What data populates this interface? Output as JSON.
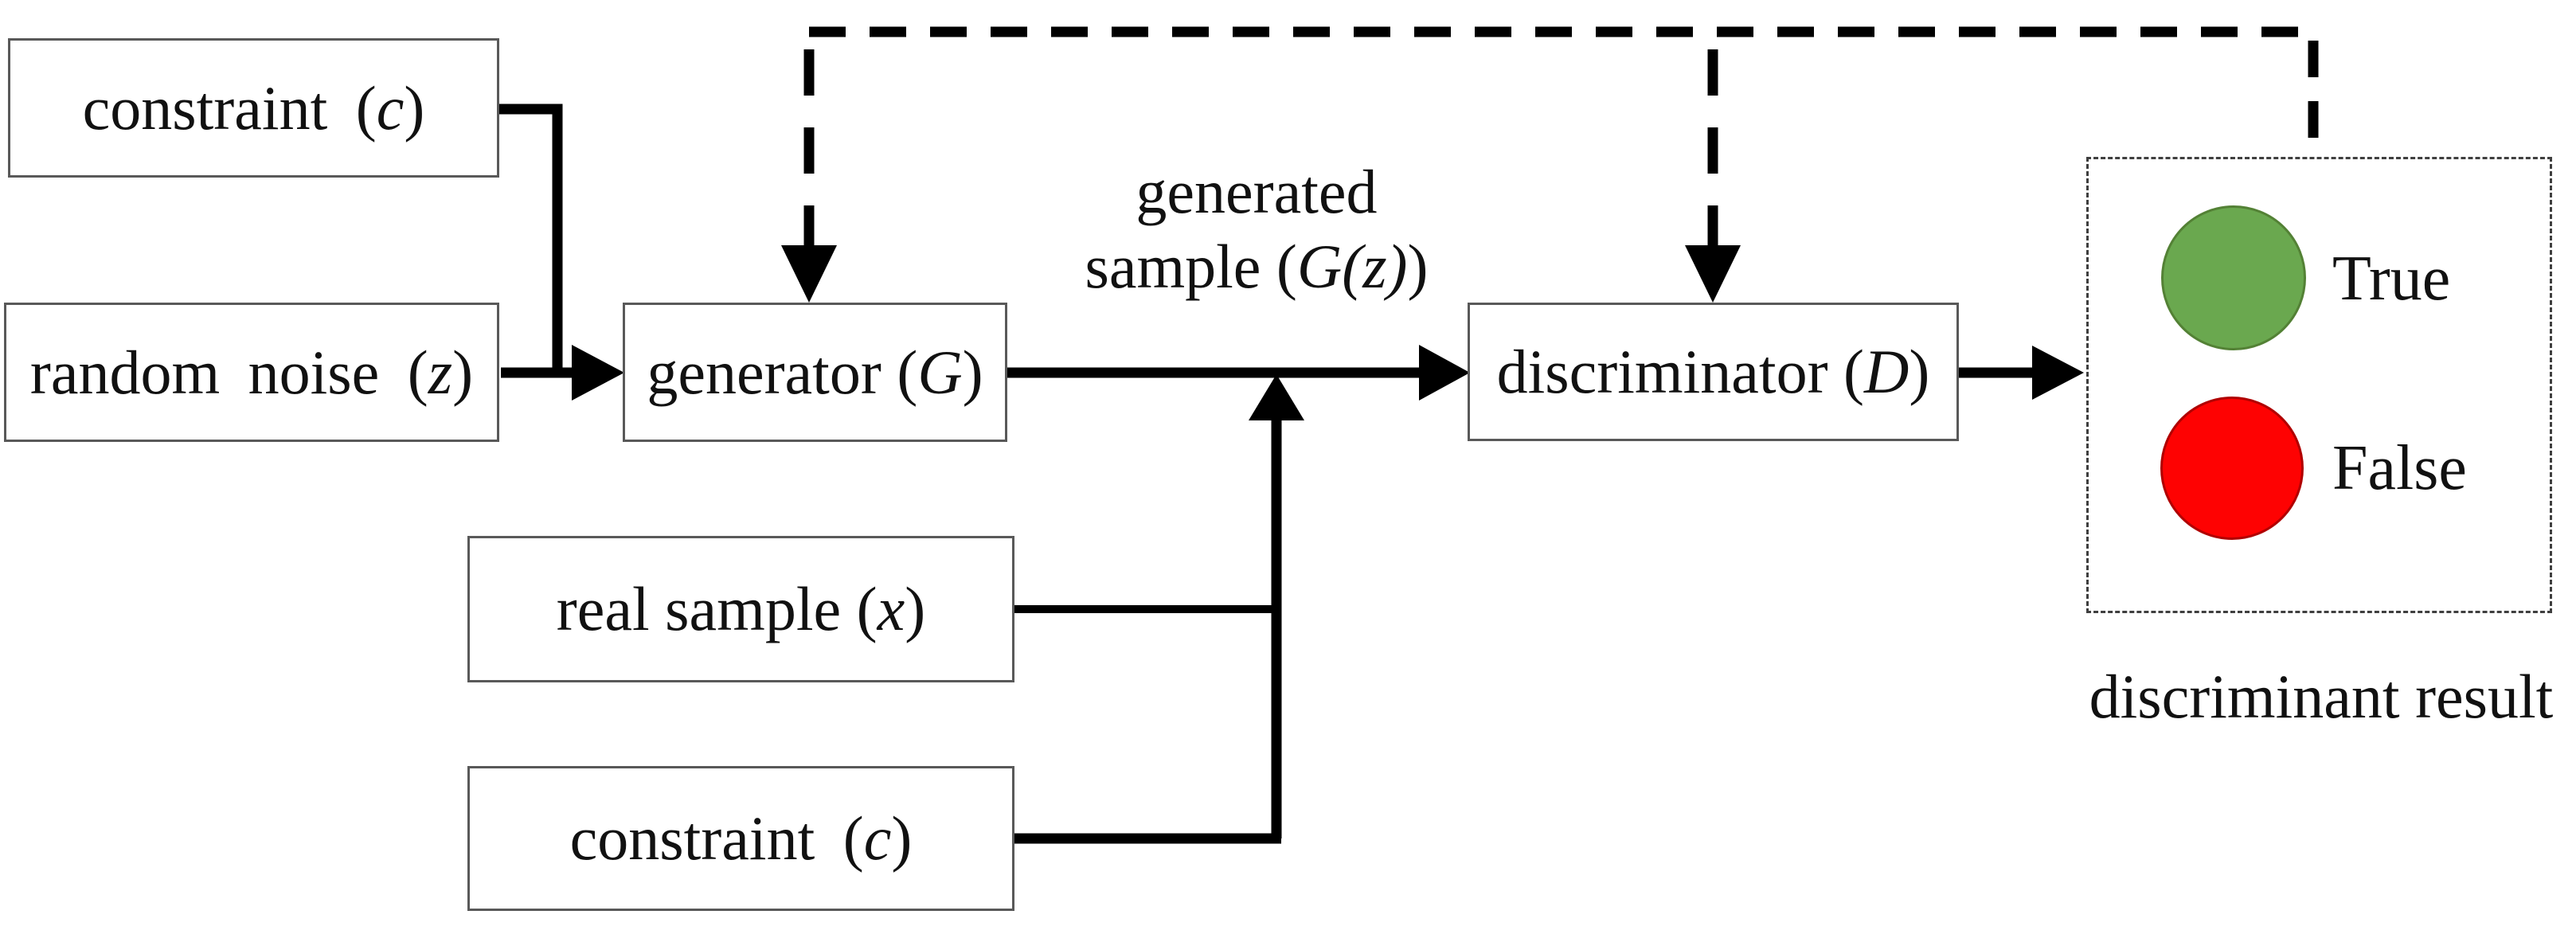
{
  "figure": {
    "background": "#ffffff",
    "colors": {
      "true_circle": "#6aa84f",
      "false_circle": "#fe0202",
      "line": "#000000",
      "box_border": "#595959"
    },
    "boxes": {
      "constraint_top": {
        "prefix": "constraint (",
        "symbol": "c",
        "suffix": ")"
      },
      "random_noise": {
        "prefix": "random noise (",
        "symbol": "z",
        "suffix": ")"
      },
      "generator": {
        "prefix": "generator (",
        "symbol": "G",
        "suffix": ")"
      },
      "real_sample": {
        "prefix": "real sample (",
        "symbol": "x",
        "suffix": ")"
      },
      "constraint_bottom": {
        "prefix": "constraint (",
        "symbol": "c",
        "suffix": ")"
      },
      "discriminator": {
        "prefix": "discriminator (",
        "symbol": "D",
        "suffix": ")"
      }
    },
    "annotations": {
      "generated_sample": {
        "line1": "generated",
        "line2_prefix": "sample (",
        "symbol": "G(z)",
        "suffix": ")"
      },
      "result": {
        "true_label": "True",
        "false_label": "False",
        "caption": "discriminant result"
      }
    }
  }
}
